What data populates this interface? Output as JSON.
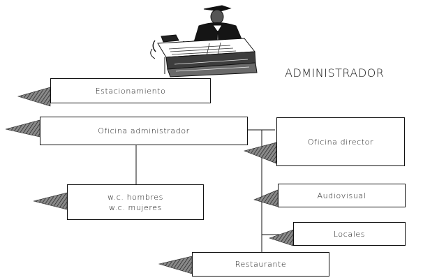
{
  "diagram": {
    "title": "ADMINISTRADOR",
    "nodes": {
      "estacionamiento": "Estacionamiento",
      "oficina_administrador": "Oficina administrador",
      "oficina_director": "Oficina director",
      "wc_hombres": "w.c. hombres",
      "wc_mujeres": "w.c. mujeres",
      "audiovisual": "Audiovisual",
      "locales": "Locales",
      "restaurante": "Restaurante"
    },
    "edges": [
      [
        "oficina_administrador",
        "wc_hombres"
      ],
      [
        "oficina_administrador",
        "oficina_director"
      ],
      [
        "oficina_administrador",
        "audiovisual"
      ],
      [
        "oficina_administrador",
        "locales"
      ],
      [
        "oficina_administrador",
        "restaurante"
      ]
    ],
    "icon": "administrator-desk-icon"
  }
}
